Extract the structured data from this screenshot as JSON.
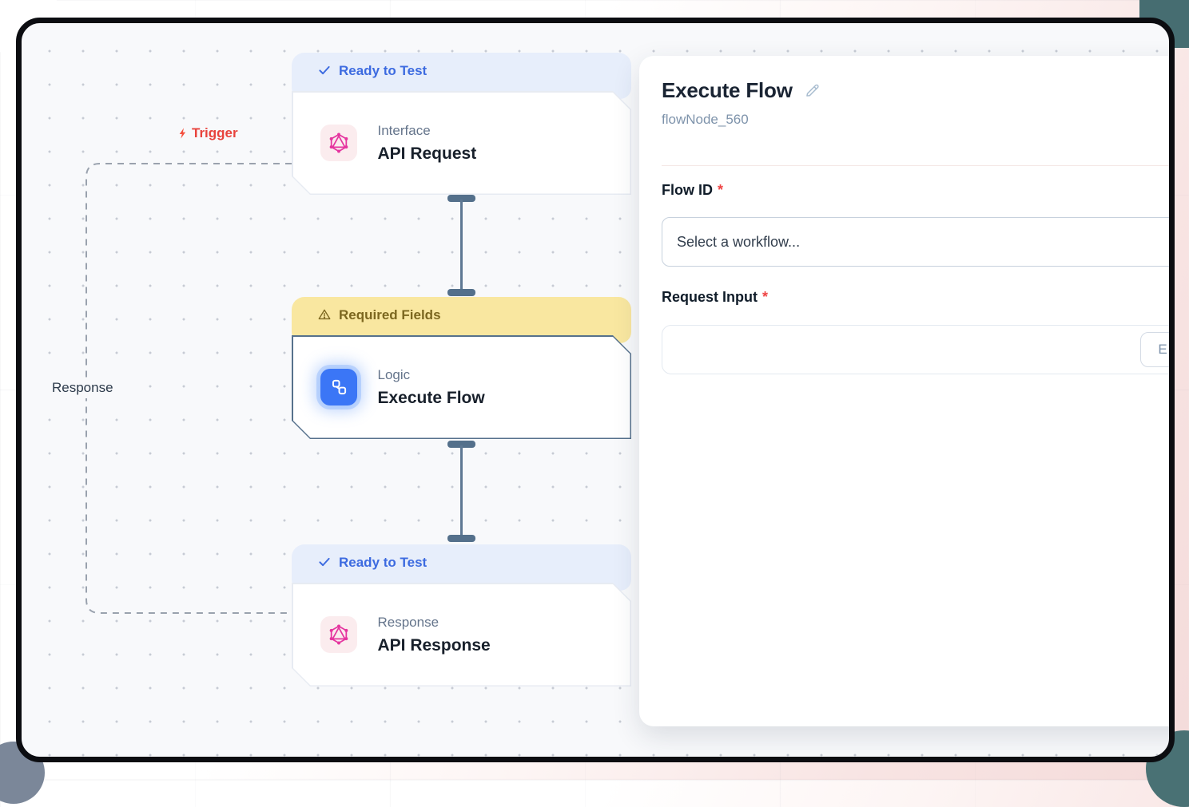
{
  "canvas": {
    "trigger_label": "Trigger",
    "response_label": "Response",
    "nodes": [
      {
        "badge": "Ready to Test",
        "category": "Interface",
        "title": "API Request"
      },
      {
        "badge": "Required Fields",
        "category": "Logic",
        "title": "Execute Flow"
      },
      {
        "badge": "Ready to Test",
        "category": "Response",
        "title": "API Response"
      }
    ]
  },
  "panel": {
    "title": "Execute Flow",
    "node_id": "flowNode_560",
    "flow_id": {
      "label": "Flow ID",
      "required_marker": "*",
      "placeholder": "Select a workflow..."
    },
    "request_input": {
      "label": "Request Input",
      "required_marker": "*",
      "value": "",
      "button_label": "E"
    }
  },
  "colors": {
    "accent_blue": "#3b76f6",
    "ready_badge_text": "#3d6be0",
    "ready_badge_bg": "#e7eefb",
    "warning_badge_text": "#7c671f",
    "warning_badge_bg": "#f9e7a0",
    "edge": "#54708b",
    "node_pink": "#e5359f",
    "trigger_red": "#e8433c",
    "required_red": "#ef4444"
  }
}
